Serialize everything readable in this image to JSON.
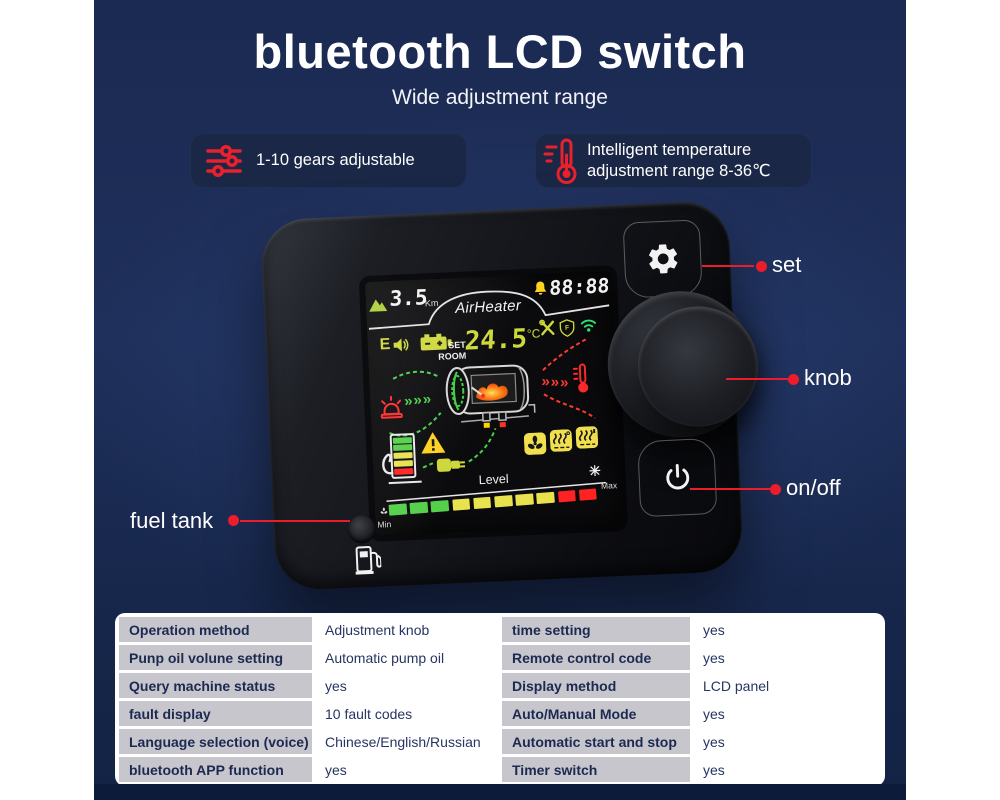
{
  "page": {
    "title": "bluetooth LCD switch",
    "subtitle": "Wide adjustment range",
    "accent_red": "#ed1c2b",
    "panel_navy": "#1b2a52",
    "badge_navy": "#1a2746"
  },
  "features": [
    {
      "icon": "sliders-icon",
      "label": "1-10 gears adjustable"
    },
    {
      "icon": "thermometer-icon",
      "label": "Intelligent temperature adjustment range 8-36℃"
    }
  ],
  "callouts": [
    {
      "id": "set",
      "label": "set"
    },
    {
      "id": "knob",
      "label": "knob"
    },
    {
      "id": "onoff",
      "label": "on/off"
    },
    {
      "id": "fuel-tank",
      "label": "fuel tank"
    }
  ],
  "screen": {
    "brand": "AirHeater",
    "altitude_value": "3.5",
    "altitude_unit": "Km",
    "clock": "88:88",
    "mode_letter": "E",
    "set_label": "SET",
    "room_label": "ROOM",
    "temp_value": "24.5",
    "temp_unit": "°C",
    "chevrons_in": "»»»",
    "chevrons_out": "»»»",
    "level_label": "Level",
    "min_label": "Min",
    "max_label": "Max",
    "level_segments": [
      "green",
      "green",
      "green",
      "yellow",
      "yellow",
      "yellow",
      "yellow",
      "yellow",
      "red",
      "red"
    ],
    "fuel_bars": [
      "green",
      "green",
      "yellow",
      "yellow",
      "red"
    ],
    "lcd_colors": {
      "green": "#54d04a",
      "yellow": "#e8e24e",
      "red": "#ff2222",
      "digits": "#cdd83a"
    },
    "icons": [
      "mountain-icon",
      "bell-icon",
      "speaker-icon",
      "battery-icon",
      "tools-icon",
      "shield-icon",
      "wifi-icon",
      "siren-icon",
      "thermometer-icon",
      "flame-icon",
      "fan-icon",
      "heat-waves-icon",
      "warning-triangle-icon",
      "fuel-pump-icon",
      "plug-icon",
      "snowflake-icon"
    ]
  },
  "device": {
    "buttons": [
      "gear-icon",
      "rotary-knob",
      "power-icon"
    ],
    "bezel_icon": "fuel-pump-icon"
  },
  "table": {
    "left_rows": [
      {
        "label": "Operation method",
        "value": "Adjustment knob"
      },
      {
        "label": "Punp oil volune setting",
        "value": "Automatic pump oil"
      },
      {
        "label": "Query machine status",
        "value": "yes"
      },
      {
        "label": "fault display",
        "value": "10 fault codes"
      },
      {
        "label": "Language selection (voice)",
        "value": "Chinese/English/Russian"
      },
      {
        "label": "bluetooth APP function",
        "value": "yes"
      }
    ],
    "right_rows": [
      {
        "label": "time setting",
        "value": "yes"
      },
      {
        "label": "Remote control code",
        "value": "yes"
      },
      {
        "label": "Display method",
        "value": "LCD panel"
      },
      {
        "label": "Auto/Manual Mode",
        "value": "yes"
      },
      {
        "label": "Automatic start and stop",
        "value": "yes"
      },
      {
        "label": "Timer switch",
        "value": "yes"
      }
    ]
  }
}
